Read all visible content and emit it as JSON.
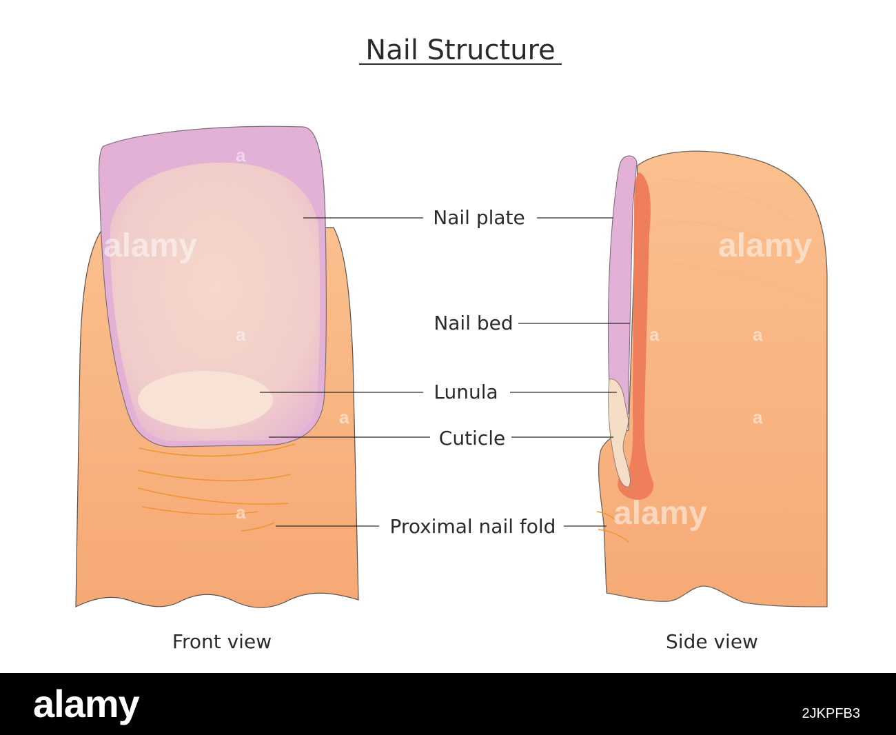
{
  "title": "Nail Structure",
  "labels": {
    "nail_plate": "Nail plate",
    "nail_bed": "Nail bed",
    "lunula": "Lunula",
    "cuticle": "Cuticle",
    "proximal_nail_fold": "Proximal nail fold"
  },
  "views": {
    "front": "Front view",
    "side": "Side view"
  },
  "watermark": {
    "text": "alamy",
    "mark": "a"
  },
  "footer": {
    "logo": "alamy",
    "image_id": "2JKPFB3"
  },
  "colors": {
    "skin": "#f8b583",
    "skin_light": "#fbcf9c",
    "nail_plate": "#e2acd4",
    "nail_inner": "#f4d2c8",
    "lunula": "#f8e2d4",
    "nail_bed": "#ee7a55",
    "crease": "#f0952d",
    "outline": "#6f6a6a"
  }
}
